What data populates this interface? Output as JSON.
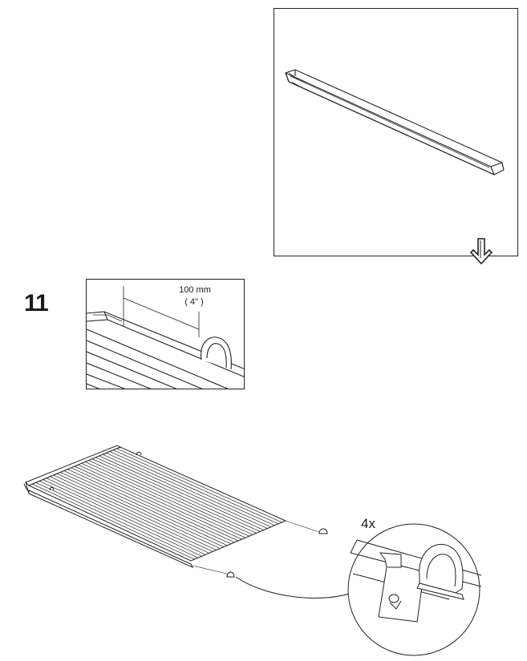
{
  "step": {
    "number": "11"
  },
  "detail": {
    "measure_mm": "100 mm",
    "measure_in": "( 4\" )"
  },
  "callout": {
    "quantity": "4x"
  },
  "icons": [
    "arrow-down-icon"
  ]
}
